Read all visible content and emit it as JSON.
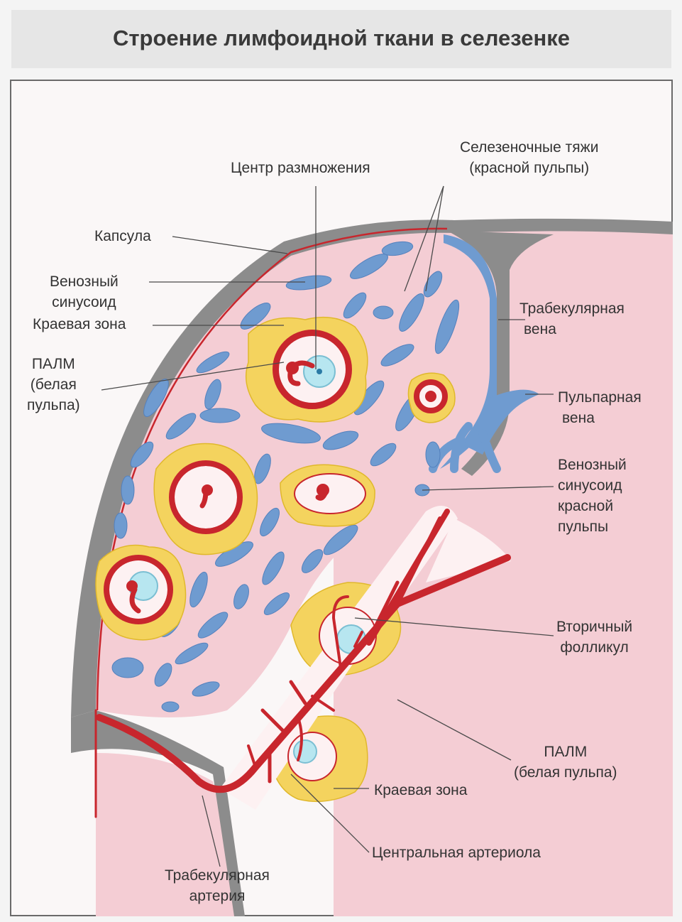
{
  "title": "Строение лимфоидной ткани в селезенке",
  "labels": {
    "germinal_center": "Центр размножения",
    "splenic_cords": [
      "Селезеночные тяжи",
      "(красной пульпы)"
    ],
    "capsule": "Капсула",
    "venous_sinusoid": [
      "Венозный",
      "синусоид"
    ],
    "marginal_zone_left": "Краевая зона",
    "palm_left": [
      "ПАЛМ",
      "(белая",
      "пульпа)"
    ],
    "trabecular_vein": [
      "Трабекулярная",
      "вена"
    ],
    "pulp_vein": [
      "Пульпарная",
      "вена"
    ],
    "red_pulp_sinusoid": [
      "Венозный",
      "синусоид",
      "красной",
      "пульпы"
    ],
    "secondary_follicle": [
      "Вторичный",
      "фолликул"
    ],
    "palm_right": [
      "ПАЛМ",
      "(белая пульпа)"
    ],
    "marginal_zone_bottom": "Краевая зона",
    "central_arteriole": "Центральная артериола",
    "trabecular_artery": [
      "Трабекулярная",
      "артерия"
    ]
  },
  "colors": {
    "red_pulp": "#f4cdd4",
    "capsule": "#8c8c8c",
    "artery": "#c8262d",
    "sinusoid": "#6f9bd0",
    "marginal_zone": "#f4d35e",
    "white_pulp": "#fdf1f2",
    "germinal_center": "#b7e6f0"
  }
}
